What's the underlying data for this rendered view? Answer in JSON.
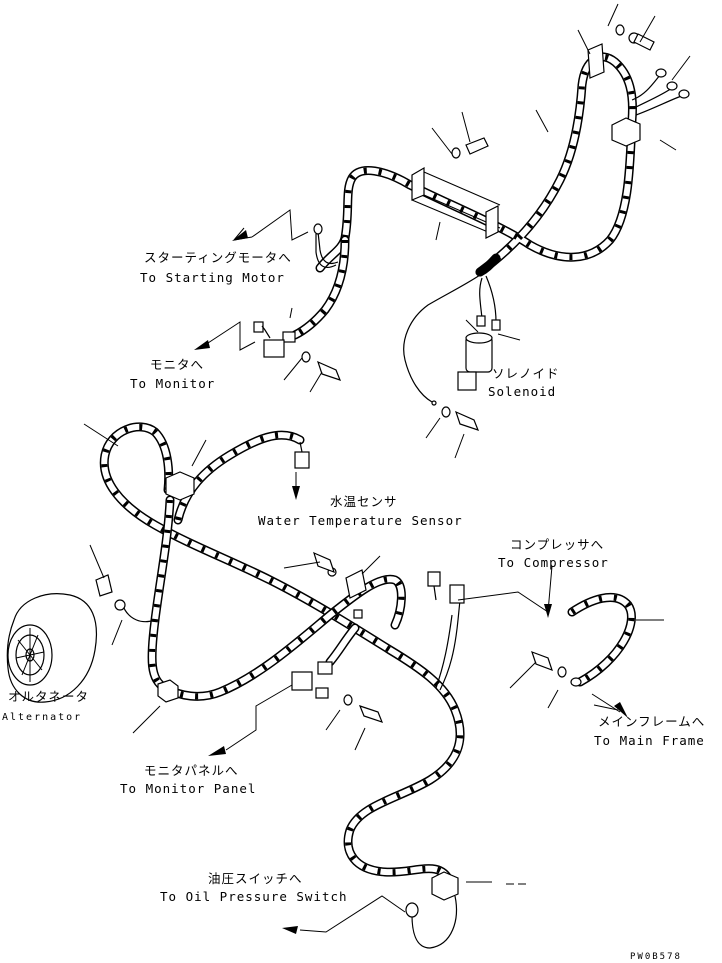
{
  "labels": {
    "starting_motor_jp": "スターティングモータへ",
    "starting_motor_en": "To Starting Motor",
    "monitor_jp": "モニタへ",
    "monitor_en": "To Monitor",
    "solenoid_jp": "ソレノイド",
    "solenoid_en": "Solenoid",
    "water_temp_jp": "水温センサ",
    "water_temp_en": "Water Temperature Sensor",
    "compressor_jp": "コンプレッサへ",
    "compressor_en": "To Compressor",
    "alternator_jp": "オルタネータ",
    "alternator_en": "Alternator",
    "main_frame_jp": "メインフレームへ",
    "main_frame_en": "To Main Frame",
    "monitor_panel_jp": "モニタパネルへ",
    "monitor_panel_en": "To Monitor Panel",
    "oil_pressure_jp": "油圧スイッチへ",
    "oil_pressure_en": "To Oil Pressure Switch",
    "drawing_code": "PW0B578"
  }
}
